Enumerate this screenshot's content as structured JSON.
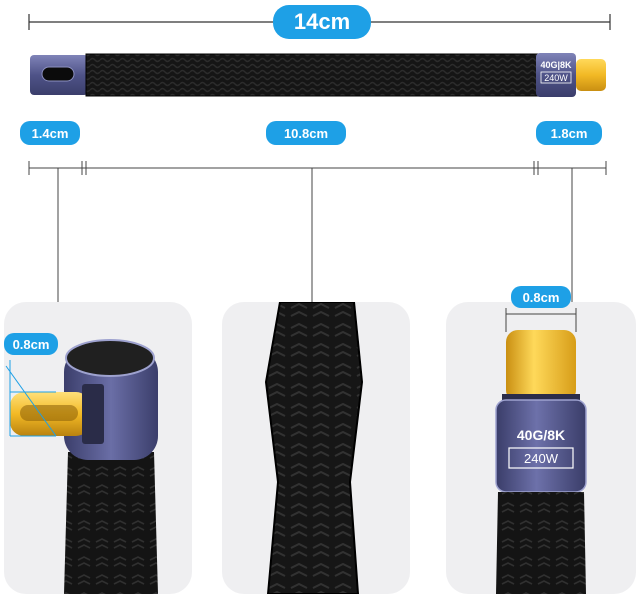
{
  "measurements": {
    "total_length": "14cm",
    "left_segment": "1.4cm",
    "middle_segment": "10.8cm",
    "right_segment": "1.8cm",
    "left_connector_width": "0.8cm",
    "right_connector_width": "0.8cm"
  },
  "connector_labels": {
    "spec_line1": "40G/8K",
    "spec_line2": "240W"
  },
  "colors": {
    "accent": "#1ea0e6",
    "cable": "#111111",
    "gold": "#f2b925",
    "housing_blue": "#5b5f93",
    "panel_bg": "#efeff1"
  },
  "icons": [
    "usb-c-cable-photo",
    "dimension-line",
    "gold-usb-c-plug",
    "usb-c-port"
  ]
}
